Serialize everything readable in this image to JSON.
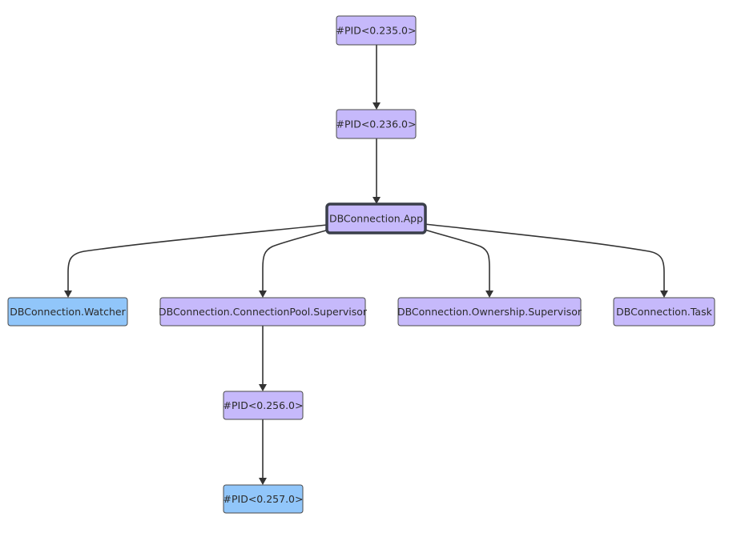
{
  "colors": {
    "process": "#c6b9fb",
    "worker": "#91c6fa",
    "edge": "#333333"
  },
  "nodes": [
    {
      "id": "pid235",
      "label": "#PID<0.235.0>",
      "kind": "process"
    },
    {
      "id": "pid236",
      "label": "#PID<0.236.0>",
      "kind": "process"
    },
    {
      "id": "app",
      "label": "DBConnection.App",
      "kind": "process"
    },
    {
      "id": "watcher",
      "label": "DBConnection.Watcher",
      "kind": "worker"
    },
    {
      "id": "poolsup",
      "label": "DBConnection.ConnectionPool.Supervisor",
      "kind": "process"
    },
    {
      "id": "ownsup",
      "label": "DBConnection.Ownership.Supervisor",
      "kind": "process"
    },
    {
      "id": "task",
      "label": "DBConnection.Task",
      "kind": "process"
    },
    {
      "id": "pid256",
      "label": "#PID<0.256.0>",
      "kind": "process"
    },
    {
      "id": "pid257",
      "label": "#PID<0.257.0>",
      "kind": "worker"
    }
  ],
  "edges": [
    {
      "from": "pid235",
      "to": "pid236"
    },
    {
      "from": "pid236",
      "to": "app"
    },
    {
      "from": "app",
      "to": "watcher"
    },
    {
      "from": "app",
      "to": "poolsup"
    },
    {
      "from": "app",
      "to": "ownsup"
    },
    {
      "from": "app",
      "to": "task"
    },
    {
      "from": "poolsup",
      "to": "pid256"
    },
    {
      "from": "pid256",
      "to": "pid257"
    }
  ]
}
